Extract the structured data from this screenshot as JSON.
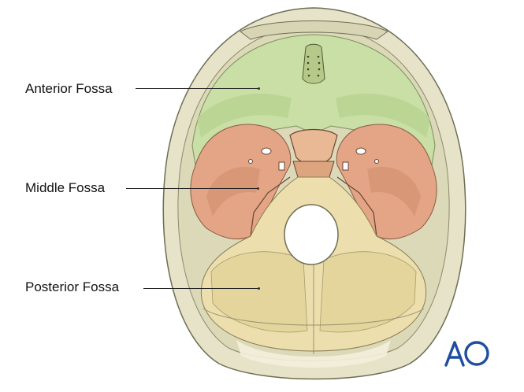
{
  "labels": {
    "anterior": "Anterior Fossa",
    "middle": "Middle Fossa",
    "posterior": "Posterior Fossa"
  },
  "logo": {
    "text": "AO",
    "color": "#1f4e9e"
  },
  "colors": {
    "anterior_region": "#c9dfa6",
    "middle_region": "#e3a586",
    "posterior_region": "#ecdfad",
    "bone": "#e6e3c8",
    "outline": "#6e6e55"
  }
}
